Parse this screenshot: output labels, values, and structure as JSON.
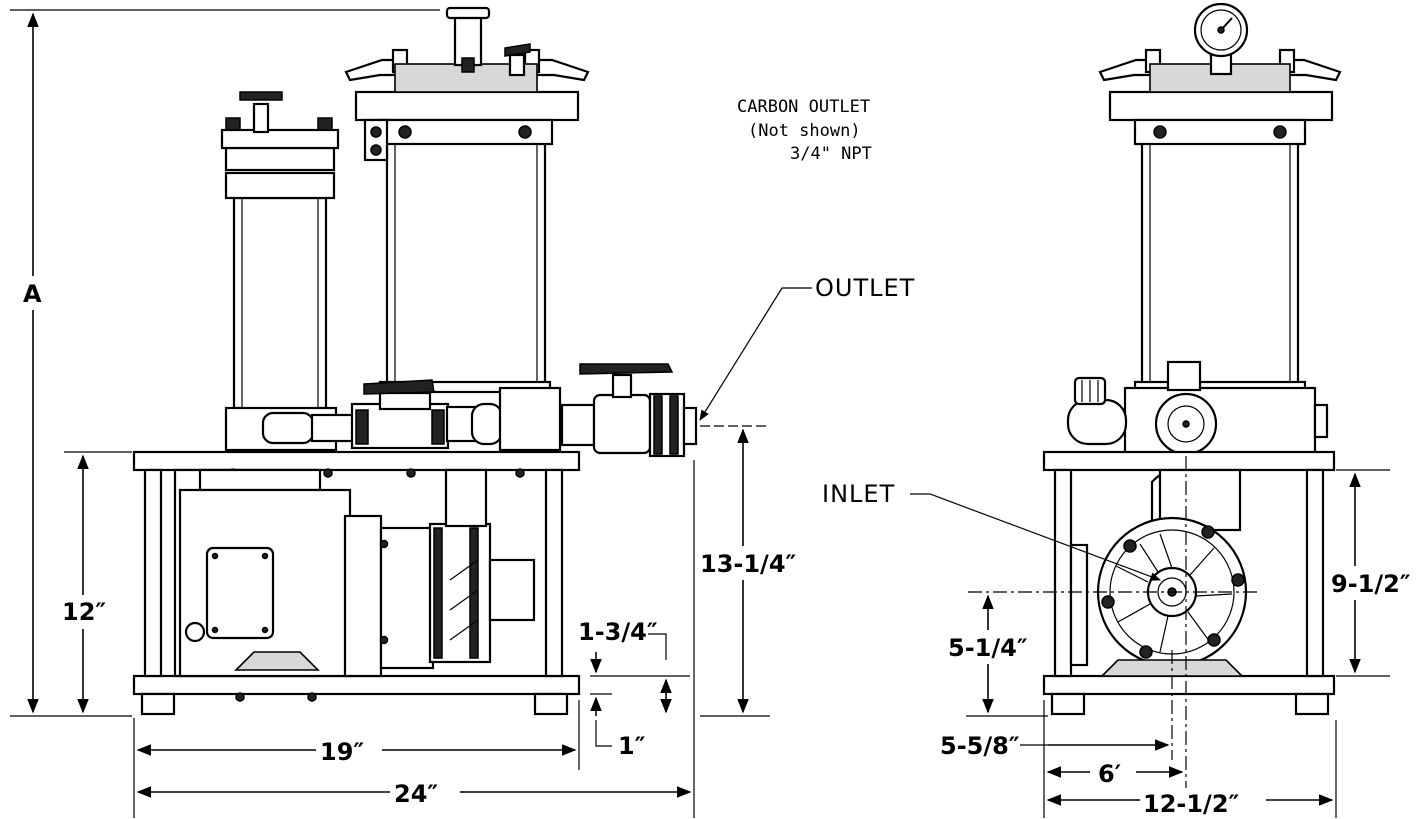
{
  "labels": {
    "a": "A",
    "outlet": "OUTLET",
    "inlet": "INLET",
    "carbon_line1": "CARBON OUTLET",
    "carbon_line2": "(Not shown)",
    "carbon_line3": "3/4\" NPT"
  },
  "dimensions": {
    "h_12": "12″",
    "h_13_1_4": "13-1/4″",
    "h_1_3_4": "1-3/4″",
    "h_1": "1″",
    "w_19": "19″",
    "w_24": "24″",
    "h_9_1_2": "9-1/2″",
    "h_5_1_4": "5-1/4″",
    "w_5_5_8": "5-5/8″",
    "w_6": "6′",
    "w_12_1_2": "12-1/2″"
  }
}
